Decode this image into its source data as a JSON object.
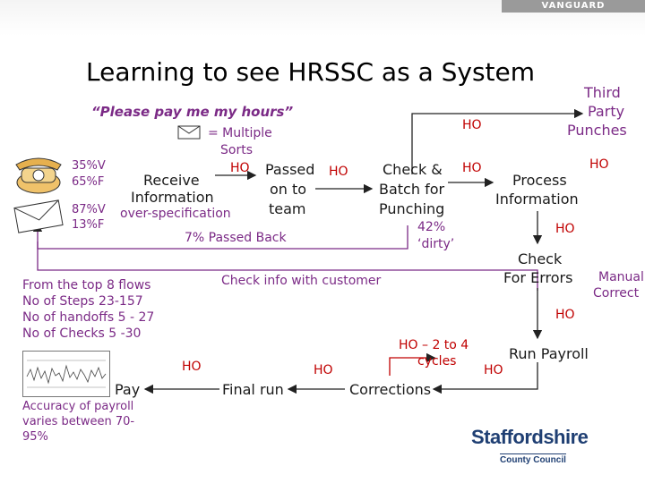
{
  "header": {
    "brand": "VANGUARD"
  },
  "slide": {
    "title": "Learning to see HRSSC as a System"
  },
  "intro": {
    "quote": "“Please pay me my hours”",
    "multiple": "= Multiple",
    "sorts": "Sorts"
  },
  "stats": {
    "phone_v": "35%V",
    "phone_f": "65%F",
    "mail_v": "87%V",
    "mail_f": "13%F"
  },
  "nodes": {
    "receive": "Receive",
    "information": "Information",
    "overspec": "over-specification",
    "passed": "Passed",
    "on_to": "on to",
    "team": "team",
    "passed_back": "7% Passed Back",
    "check_batch_1": "Check &",
    "check_batch_2": "Batch for",
    "check_batch_3": "Punching",
    "dirty_1": "42%",
    "dirty_2": "‘dirty’",
    "third_party_1": "Third",
    "third_party_2": "Party",
    "third_party_3": "Punches",
    "process_1": "Process",
    "process_2": "Information",
    "check_errors_1": "Check",
    "check_errors_2": "For Errors",
    "manual_1": "Manual",
    "manual_2": "Correct",
    "run_payroll": "Run Payroll",
    "cycles_1": "HO – 2 to 4",
    "cycles_2": "cycles",
    "corrections": "Corrections",
    "final_run": "Final run",
    "pay": "Pay",
    "check_info": "Check info with customer"
  },
  "ho": "HO",
  "facts": [
    "From the top 8 flows",
    "No of Steps 23-157",
    "No of handoffs 5 - 27",
    "No of Checks 5 -30"
  ],
  "accuracy": [
    "Accuracy of payroll",
    "varies between 70-",
    "95%"
  ],
  "logo": {
    "main": "Staffordshire",
    "sub": "County Council"
  }
}
